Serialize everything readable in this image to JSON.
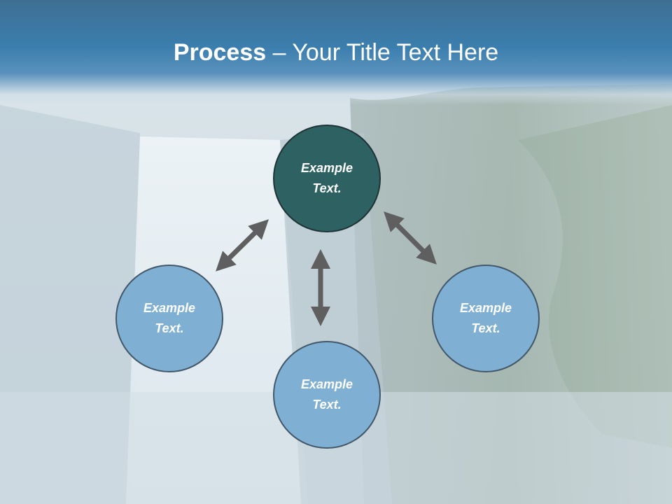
{
  "slide": {
    "title_strong": "Process",
    "title_rest": " – Your Title Text Here"
  },
  "nodes": [
    {
      "id": "top",
      "line1": "Example",
      "line2": "Text.",
      "style": "primary",
      "fill": "#2e6262"
    },
    {
      "id": "left",
      "line1": "Example",
      "line2": "Text.",
      "style": "secondary",
      "fill": "#7fb0d4"
    },
    {
      "id": "bottom",
      "line1": "Example",
      "line2": "Text.",
      "style": "secondary",
      "fill": "#7fb0d4"
    },
    {
      "id": "right",
      "line1": "Example",
      "line2": "Text.",
      "style": "secondary",
      "fill": "#7fb0d4"
    }
  ],
  "connectors": [
    {
      "from": "top",
      "to": "left",
      "type": "double-arrow"
    },
    {
      "from": "top",
      "to": "bottom",
      "type": "double-arrow"
    },
    {
      "from": "top",
      "to": "right",
      "type": "double-arrow"
    }
  ],
  "colors": {
    "title_bar": "#3b7eae",
    "arrow": "#5f5f5f"
  }
}
